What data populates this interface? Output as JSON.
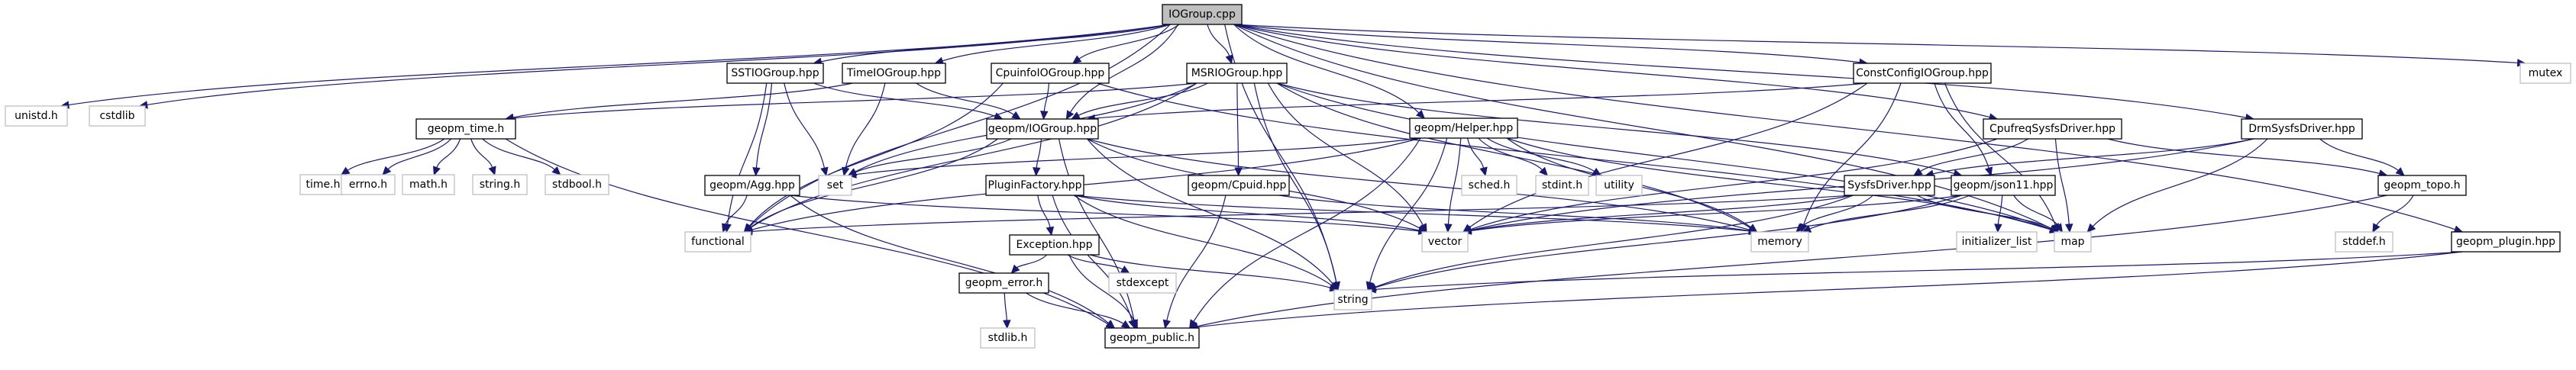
{
  "title": "IOGroup.cpp include dependency graph",
  "colors": {
    "edge": "#191970",
    "root_fill": "#bfbfbf",
    "local_border": "#000000",
    "system_border": "#bfbfbf"
  },
  "nodes": [
    {
      "id": "IOGroup_cpp",
      "label": "IOGroup.cpp",
      "kind": "root"
    },
    {
      "id": "unistd_h",
      "label": "unistd.h",
      "kind": "system"
    },
    {
      "id": "cstdlib",
      "label": "cstdlib",
      "kind": "system"
    },
    {
      "id": "SSTIOGroup_hpp",
      "label": "SSTIOGroup.hpp",
      "kind": "local"
    },
    {
      "id": "TimeIOGroup_hpp",
      "label": "TimeIOGroup.hpp",
      "kind": "local"
    },
    {
      "id": "CpuinfoIOGroup_hpp",
      "label": "CpuinfoIOGroup.hpp",
      "kind": "local"
    },
    {
      "id": "MSRIOGroup_hpp",
      "label": "MSRIOGroup.hpp",
      "kind": "local"
    },
    {
      "id": "ConstConfigIOGroup_hpp",
      "label": "ConstConfigIOGroup.hpp",
      "kind": "local"
    },
    {
      "id": "mutex",
      "label": "mutex",
      "kind": "system"
    },
    {
      "id": "geopm_time_h",
      "label": "geopm_time.h",
      "kind": "local"
    },
    {
      "id": "geopm_IOGroup_hpp",
      "label": "geopm/IOGroup.hpp",
      "kind": "local"
    },
    {
      "id": "geopm_Helper_hpp",
      "label": "geopm/Helper.hpp",
      "kind": "local"
    },
    {
      "id": "CpufreqSysfsDriver_hpp",
      "label": "CpufreqSysfsDriver.hpp",
      "kind": "local"
    },
    {
      "id": "DrmSysfsDriver_hpp",
      "label": "DrmSysfsDriver.hpp",
      "kind": "local"
    },
    {
      "id": "time_h",
      "label": "time.h",
      "kind": "system"
    },
    {
      "id": "errno_h",
      "label": "errno.h",
      "kind": "system"
    },
    {
      "id": "math_h",
      "label": "math.h",
      "kind": "system"
    },
    {
      "id": "string_h",
      "label": "string.h",
      "kind": "system"
    },
    {
      "id": "stdbool_h",
      "label": "stdbool.h",
      "kind": "system"
    },
    {
      "id": "geopm_Agg_hpp",
      "label": "geopm/Agg.hpp",
      "kind": "local"
    },
    {
      "id": "set",
      "label": "set",
      "kind": "system"
    },
    {
      "id": "PluginFactory_hpp",
      "label": "PluginFactory.hpp",
      "kind": "local"
    },
    {
      "id": "geopm_Cpuid_hpp",
      "label": "geopm/Cpuid.hpp",
      "kind": "local"
    },
    {
      "id": "sched_h",
      "label": "sched.h",
      "kind": "system"
    },
    {
      "id": "stdint_h",
      "label": "stdint.h",
      "kind": "system"
    },
    {
      "id": "utility",
      "label": "utility",
      "kind": "system"
    },
    {
      "id": "SysfsDriver_hpp",
      "label": "SysfsDriver.hpp",
      "kind": "local"
    },
    {
      "id": "geopm_json11_hpp",
      "label": "geopm/json11.hpp",
      "kind": "local"
    },
    {
      "id": "geopm_topo_h",
      "label": "geopm_topo.h",
      "kind": "local"
    },
    {
      "id": "functional",
      "label": "functional",
      "kind": "system"
    },
    {
      "id": "vector",
      "label": "vector",
      "kind": "system"
    },
    {
      "id": "memory",
      "label": "memory",
      "kind": "system"
    },
    {
      "id": "initializer_list",
      "label": "initializer_list",
      "kind": "system"
    },
    {
      "id": "map",
      "label": "map",
      "kind": "system"
    },
    {
      "id": "stddef_h",
      "label": "stddef.h",
      "kind": "system"
    },
    {
      "id": "geopm_plugin_hpp",
      "label": "geopm_plugin.hpp",
      "kind": "local"
    },
    {
      "id": "Exception_hpp",
      "label": "Exception.hpp",
      "kind": "local"
    },
    {
      "id": "stdexcept",
      "label": "stdexcept",
      "kind": "system"
    },
    {
      "id": "string",
      "label": "string",
      "kind": "system"
    },
    {
      "id": "geopm_error_h",
      "label": "geopm_error.h",
      "kind": "local"
    },
    {
      "id": "stdlib_h",
      "label": "stdlib.h",
      "kind": "system"
    },
    {
      "id": "geopm_public_h",
      "label": "geopm_public.h",
      "kind": "local"
    }
  ],
  "edges": [
    [
      "IOGroup_cpp",
      "unistd_h"
    ],
    [
      "IOGroup_cpp",
      "cstdlib"
    ],
    [
      "IOGroup_cpp",
      "SSTIOGroup_hpp"
    ],
    [
      "IOGroup_cpp",
      "TimeIOGroup_hpp"
    ],
    [
      "IOGroup_cpp",
      "CpuinfoIOGroup_hpp"
    ],
    [
      "IOGroup_cpp",
      "MSRIOGroup_hpp"
    ],
    [
      "IOGroup_cpp",
      "ConstConfigIOGroup_hpp"
    ],
    [
      "IOGroup_cpp",
      "mutex"
    ],
    [
      "IOGroup_cpp",
      "geopm_IOGroup_hpp"
    ],
    [
      "IOGroup_cpp",
      "geopm_Helper_hpp"
    ],
    [
      "IOGroup_cpp",
      "CpufreqSysfsDriver_hpp"
    ],
    [
      "IOGroup_cpp",
      "DrmSysfsDriver_hpp"
    ],
    [
      "IOGroup_cpp",
      "functional"
    ],
    [
      "IOGroup_cpp",
      "geopm_plugin_hpp"
    ],
    [
      "IOGroup_cpp",
      "string"
    ],
    [
      "IOGroup_cpp",
      "map"
    ],
    [
      "SSTIOGroup_hpp",
      "geopm_IOGroup_hpp"
    ],
    [
      "SSTIOGroup_hpp",
      "geopm_Agg_hpp"
    ],
    [
      "SSTIOGroup_hpp",
      "set"
    ],
    [
      "SSTIOGroup_hpp",
      "functional"
    ],
    [
      "TimeIOGroup_hpp",
      "geopm_time_h"
    ],
    [
      "TimeIOGroup_hpp",
      "geopm_IOGroup_hpp"
    ],
    [
      "TimeIOGroup_hpp",
      "set"
    ],
    [
      "CpuinfoIOGroup_hpp",
      "geopm_IOGroup_hpp"
    ],
    [
      "CpuinfoIOGroup_hpp",
      "functional"
    ],
    [
      "CpuinfoIOGroup_hpp",
      "map"
    ],
    [
      "MSRIOGroup_hpp",
      "geopm_IOGroup_hpp"
    ],
    [
      "MSRIOGroup_hpp",
      "geopm_time_h"
    ],
    [
      "MSRIOGroup_hpp",
      "set"
    ],
    [
      "MSRIOGroup_hpp",
      "geopm_Cpuid_hpp"
    ],
    [
      "MSRIOGroup_hpp",
      "vector"
    ],
    [
      "MSRIOGroup_hpp",
      "memory"
    ],
    [
      "MSRIOGroup_hpp",
      "string"
    ],
    [
      "MSRIOGroup_hpp",
      "map"
    ],
    [
      "MSRIOGroup_hpp",
      "functional"
    ],
    [
      "MSRIOGroup_hpp",
      "geopm_json11_hpp"
    ],
    [
      "ConstConfigIOGroup_hpp",
      "geopm_IOGroup_hpp"
    ],
    [
      "ConstConfigIOGroup_hpp",
      "geopm_json11_hpp"
    ],
    [
      "ConstConfigIOGroup_hpp",
      "memory"
    ],
    [
      "ConstConfigIOGroup_hpp",
      "map"
    ],
    [
      "ConstConfigIOGroup_hpp",
      "vector"
    ],
    [
      "geopm_time_h",
      "time_h"
    ],
    [
      "geopm_time_h",
      "errno_h"
    ],
    [
      "geopm_time_h",
      "math_h"
    ],
    [
      "geopm_time_h",
      "string_h"
    ],
    [
      "geopm_time_h",
      "stdbool_h"
    ],
    [
      "geopm_time_h",
      "geopm_public_h"
    ],
    [
      "geopm_IOGroup_hpp",
      "set"
    ],
    [
      "geopm_IOGroup_hpp",
      "PluginFactory_hpp"
    ],
    [
      "geopm_IOGroup_hpp",
      "functional"
    ],
    [
      "geopm_IOGroup_hpp",
      "vector"
    ],
    [
      "geopm_IOGroup_hpp",
      "memory"
    ],
    [
      "geopm_IOGroup_hpp",
      "string"
    ],
    [
      "geopm_IOGroup_hpp",
      "geopm_public_h"
    ],
    [
      "geopm_Helper_hpp",
      "sched_h"
    ],
    [
      "geopm_Helper_hpp",
      "stdint_h"
    ],
    [
      "geopm_Helper_hpp",
      "utility"
    ],
    [
      "geopm_Helper_hpp",
      "set"
    ],
    [
      "geopm_Helper_hpp",
      "functional"
    ],
    [
      "geopm_Helper_hpp",
      "vector"
    ],
    [
      "geopm_Helper_hpp",
      "memory"
    ],
    [
      "geopm_Helper_hpp",
      "string"
    ],
    [
      "geopm_Helper_hpp",
      "map"
    ],
    [
      "geopm_Helper_hpp",
      "geopm_public_h"
    ],
    [
      "CpufreqSysfsDriver_hpp",
      "SysfsDriver_hpp"
    ],
    [
      "CpufreqSysfsDriver_hpp",
      "geopm_topo_h"
    ],
    [
      "CpufreqSysfsDriver_hpp",
      "map"
    ],
    [
      "CpufreqSysfsDriver_hpp",
      "vector"
    ],
    [
      "DrmSysfsDriver_hpp",
      "SysfsDriver_hpp"
    ],
    [
      "DrmSysfsDriver_hpp",
      "geopm_topo_h"
    ],
    [
      "DrmSysfsDriver_hpp",
      "map"
    ],
    [
      "DrmSysfsDriver_hpp",
      "vector"
    ],
    [
      "geopm_Agg_hpp",
      "functional"
    ],
    [
      "geopm_Agg_hpp",
      "vector"
    ],
    [
      "geopm_Agg_hpp",
      "geopm_public_h"
    ],
    [
      "PluginFactory_hpp",
      "Exception_hpp"
    ],
    [
      "PluginFactory_hpp",
      "memory"
    ],
    [
      "PluginFactory_hpp",
      "vector"
    ],
    [
      "PluginFactory_hpp",
      "string"
    ],
    [
      "PluginFactory_hpp",
      "geopm_public_h"
    ],
    [
      "geopm_Cpuid_hpp",
      "memory"
    ],
    [
      "geopm_Cpuid_hpp",
      "geopm_public_h"
    ],
    [
      "SysfsDriver_hpp",
      "functional"
    ],
    [
      "SysfsDriver_hpp",
      "vector"
    ],
    [
      "SysfsDriver_hpp",
      "memory"
    ],
    [
      "SysfsDriver_hpp",
      "map"
    ],
    [
      "SysfsDriver_hpp",
      "string"
    ],
    [
      "geopm_json11_hpp",
      "initializer_list"
    ],
    [
      "geopm_json11_hpp",
      "memory"
    ],
    [
      "geopm_json11_hpp",
      "map"
    ],
    [
      "geopm_json11_hpp",
      "vector"
    ],
    [
      "geopm_json11_hpp",
      "string"
    ],
    [
      "geopm_topo_h",
      "stddef_h"
    ],
    [
      "geopm_topo_h",
      "geopm_public_h"
    ],
    [
      "geopm_plugin_hpp",
      "string"
    ],
    [
      "geopm_plugin_hpp",
      "geopm_public_h"
    ],
    [
      "Exception_hpp",
      "geopm_error_h"
    ],
    [
      "Exception_hpp",
      "stdexcept"
    ],
    [
      "Exception_hpp",
      "string"
    ],
    [
      "Exception_hpp",
      "geopm_public_h"
    ],
    [
      "geopm_error_h",
      "stdlib_h"
    ],
    [
      "geopm_error_h",
      "geopm_public_h"
    ]
  ]
}
